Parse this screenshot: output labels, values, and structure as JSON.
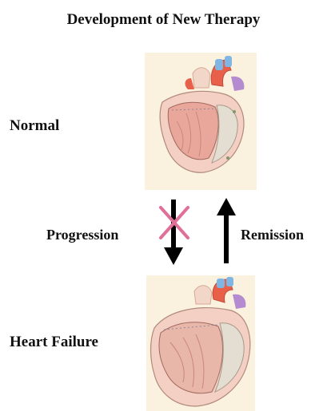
{
  "title": "Development of New Therapy",
  "states": {
    "top": {
      "label": "Normal",
      "illustration": "normal-heart-illustration"
    },
    "bottom": {
      "label": "Heart Failure",
      "illustration": "failing-heart-illustration"
    }
  },
  "transitions": {
    "down": {
      "label": "Progression",
      "blocked": true,
      "cross_color": "#e06f9a",
      "arrow_color": "#000000"
    },
    "up": {
      "label": "Remission",
      "blocked": false,
      "arrow_color": "#000000"
    }
  },
  "colors": {
    "panel_bg": "#fbf1df",
    "heart_tissue": "#e8a79a",
    "aorta": "#e8604a",
    "pulmonary": "#7fb6e3",
    "vessel_purple": "#b48ad0"
  }
}
